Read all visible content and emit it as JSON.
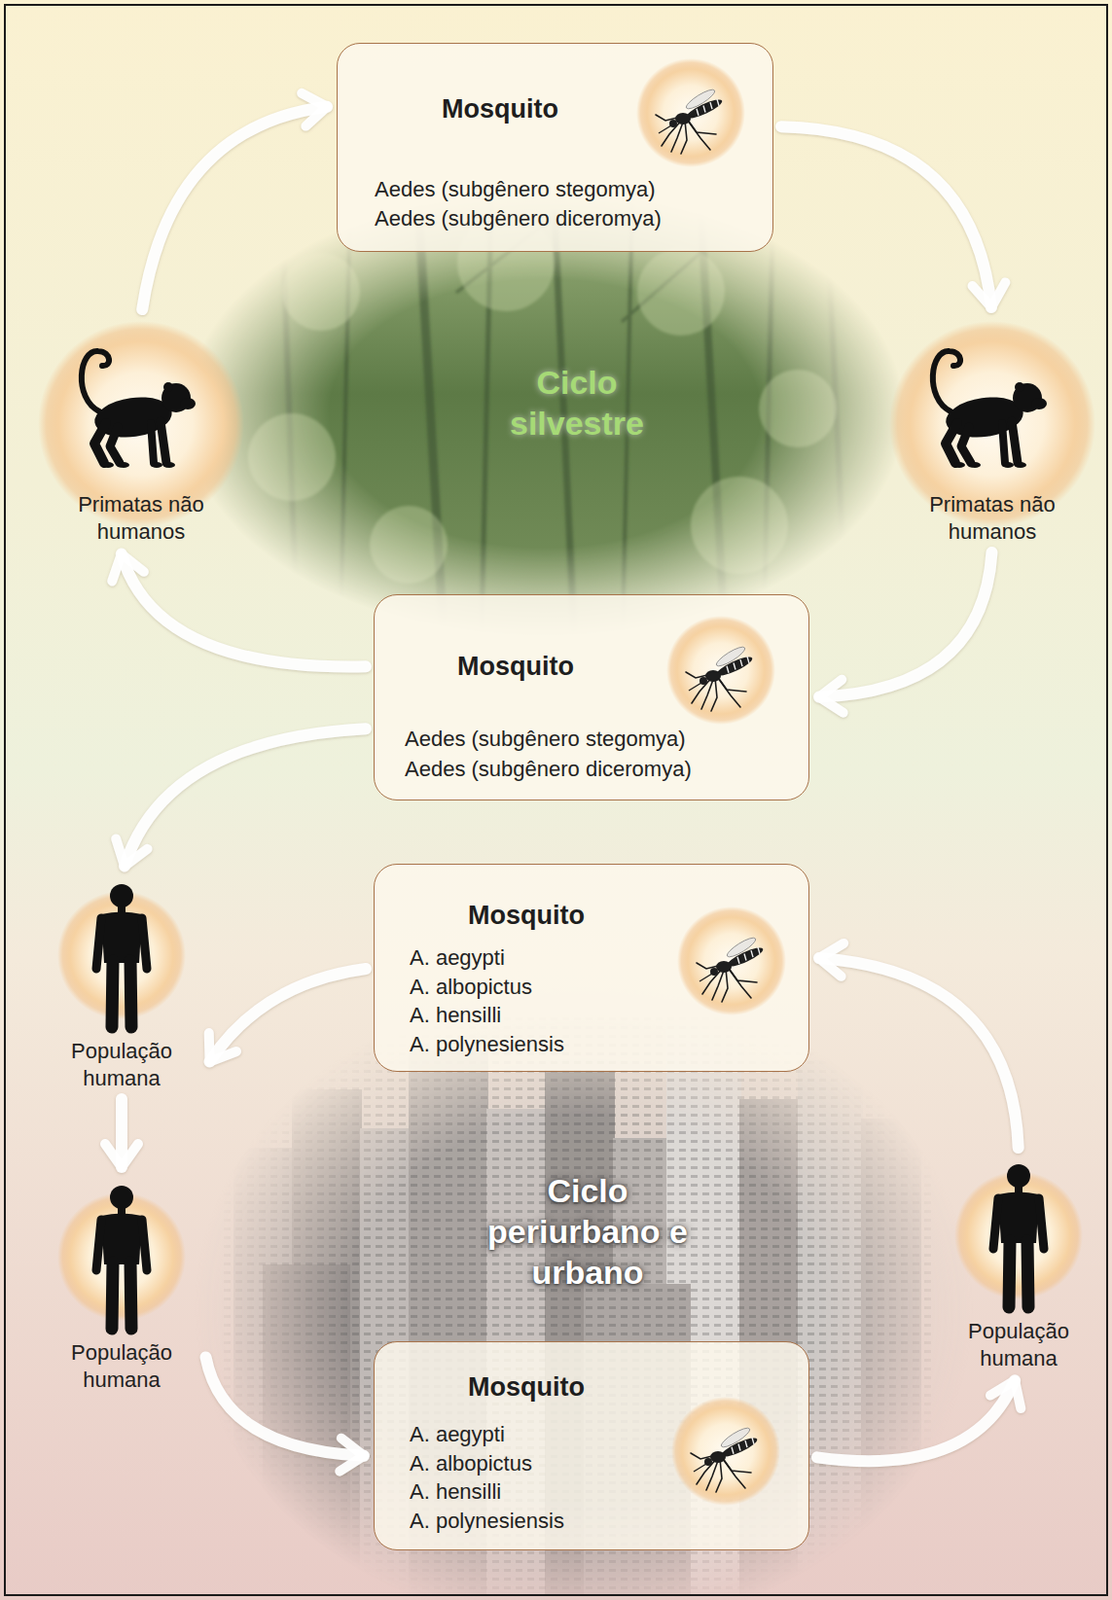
{
  "diagram": {
    "nodes": [
      {
        "text": [
          "Mosquito",
          "Aedes (subgênero stegomya)",
          "Aedes (subgênero diceromya)"
        ]
      },
      {
        "text": [
          "Primatas não humanos"
        ]
      },
      {
        "text": [
          "Primatas não humanos"
        ]
      },
      {
        "text": [
          "Mosquito",
          "Aedes (subgênero stegomya)",
          "Aedes (subgênero diceromya)"
        ]
      },
      {
        "text": [
          "População humana"
        ]
      },
      {
        "text": [
          "Mosquito",
          "A. aegypti",
          "A. albopictus",
          "A. hensilli",
          "A. polynesiensis"
        ]
      },
      {
        "text": [
          "População humana"
        ]
      },
      {
        "text": [
          "População humana"
        ]
      },
      {
        "text": [
          "Mosquito",
          "A. aegypti",
          "A. albopictus",
          "A. hensilli",
          "A. polynesiensis"
        ]
      }
    ],
    "edges": [
      {
        "from": 1,
        "to": 0,
        "arrow": "to"
      },
      {
        "from": 0,
        "to": 2,
        "arrow": "to"
      },
      {
        "from": 2,
        "to": 3,
        "arrow": "to"
      },
      {
        "from": 3,
        "to": 1,
        "arrow": "to"
      },
      {
        "from": 3,
        "to": 4,
        "arrow": "to"
      },
      {
        "from": 4,
        "to": 6,
        "arrow": "to"
      },
      {
        "from": 5,
        "to": 4,
        "arrow": "to"
      },
      {
        "from": 7,
        "to": 5,
        "arrow": "to"
      },
      {
        "from": 6,
        "to": 8,
        "arrow": "to"
      },
      {
        "from": 8,
        "to": 7,
        "arrow": "to"
      }
    ],
    "labels": [
      "Ciclo silvestre",
      "Ciclo periurbano e urbano"
    ]
  }
}
